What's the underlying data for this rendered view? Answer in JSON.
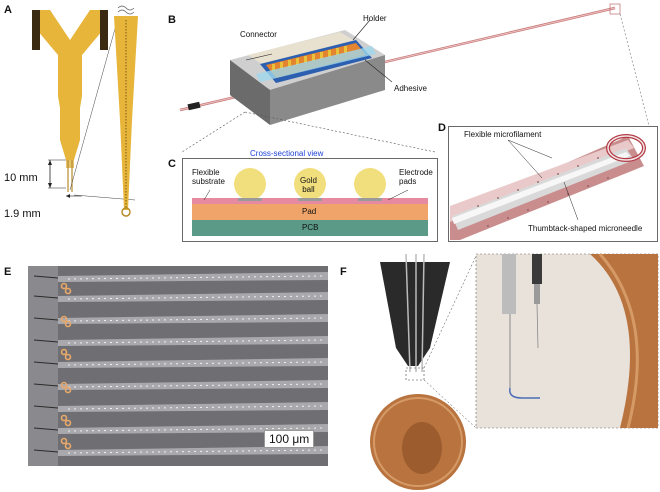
{
  "panels": {
    "a": {
      "letter": "A",
      "dim_length": "10 mm",
      "dim_width": "1.9 mm"
    },
    "b": {
      "letter": "B",
      "connector": "Connector",
      "holder": "Holder",
      "adhesive": "Adhesive"
    },
    "c": {
      "letter": "C",
      "title": "Cross-sectional view",
      "flexible_substrate": "Flexible\nsubstrate",
      "gold_ball": "Gold\nball",
      "electrode_pads": "Electrode\npads",
      "pad": "Pad",
      "pcb": "PCB"
    },
    "d": {
      "letter": "D",
      "microfilament": "Flexible microfilament",
      "microneedle": "Thumbtack-shaped microneedle"
    },
    "e": {
      "letter": "E",
      "scalebar": "100 μm"
    },
    "f": {
      "letter": "F"
    }
  },
  "colors": {
    "probe_gold": "#e7b53a",
    "probe_dark": "#3b2a12",
    "pad_orange": "#f0a46a",
    "pcb_green": "#5b9a86",
    "substrate_pink": "#e58aa0",
    "ball_yellow": "#f1df7e",
    "micro_bg": "#6f6f73",
    "micro_strip": "#a9a9ad",
    "copper": "#b8733f",
    "title_blue": "#1a3fd6"
  }
}
